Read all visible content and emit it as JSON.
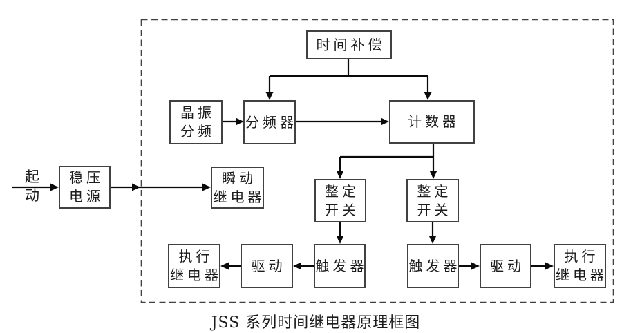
{
  "diagram": {
    "caption": "JSS 系列时间继电器原理框图",
    "start_label": {
      "line1": "起",
      "line2": "动"
    },
    "nodes": {
      "regulated_power": {
        "line1": "稳压",
        "line2": "电源"
      },
      "time_compensation": {
        "label": "时间补偿"
      },
      "crystal_divider": {
        "line1": "晶振",
        "line2": "分频"
      },
      "frequency_divider": {
        "label": "分频器"
      },
      "counter": {
        "label": "计数器"
      },
      "instant_relay": {
        "line1": "瞬动",
        "line2": "继电器"
      },
      "setting_switch_left": {
        "line1": "整定",
        "line2": "开关"
      },
      "setting_switch_right": {
        "line1": "整定",
        "line2": "开关"
      },
      "trigger_left": {
        "label": "触发器"
      },
      "trigger_right": {
        "label": "触发器"
      },
      "drive_left": {
        "label": "驱动"
      },
      "drive_right": {
        "label": "驱动"
      },
      "exec_relay_left": {
        "line1": "执行",
        "line2": "继电器"
      },
      "exec_relay_right": {
        "line1": "执行",
        "line2": "继电器"
      }
    },
    "edges": [
      {
        "from": "start",
        "to": "regulated_power"
      },
      {
        "from": "regulated_power",
        "to": "instant_relay"
      },
      {
        "from": "crystal_divider",
        "to": "frequency_divider"
      },
      {
        "from": "frequency_divider",
        "to": "counter"
      },
      {
        "from": "time_compensation",
        "to": "frequency_divider"
      },
      {
        "from": "time_compensation",
        "to": "counter"
      },
      {
        "from": "counter",
        "to": "setting_switch_left"
      },
      {
        "from": "counter",
        "to": "setting_switch_right"
      },
      {
        "from": "setting_switch_left",
        "to": "trigger_left"
      },
      {
        "from": "setting_switch_right",
        "to": "trigger_right"
      },
      {
        "from": "trigger_left",
        "to": "drive_left"
      },
      {
        "from": "drive_left",
        "to": "exec_relay_left"
      },
      {
        "from": "trigger_right",
        "to": "drive_right"
      },
      {
        "from": "drive_right",
        "to": "exec_relay_right"
      }
    ],
    "colors": {
      "line": "#414141",
      "arrow": "#0a0a0a",
      "text": "#1c1c1c",
      "background": "#ffffff"
    }
  }
}
